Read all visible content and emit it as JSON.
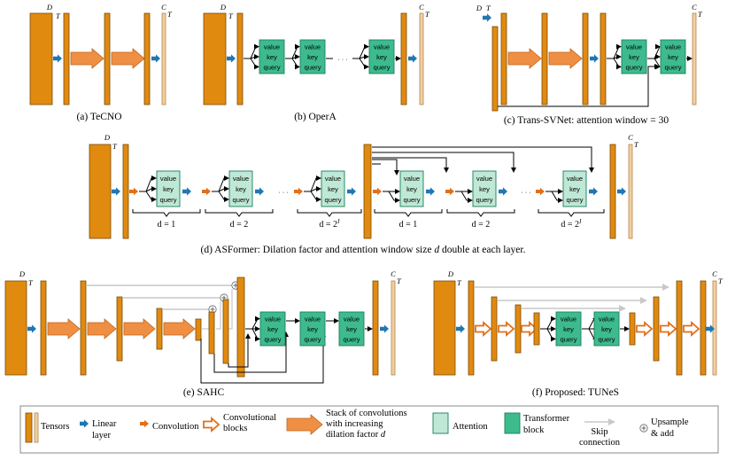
{
  "captions": {
    "a": "(a) TeCNO",
    "b": "(b) OperA",
    "c": "(c) Trans-SVNet: attention window = 30",
    "d_pre": "(d) ASFormer: Dilation factor and attention window size ",
    "d_var": "d",
    "d_post": " double at each layer.",
    "e": "(e) SAHC",
    "f": "(f) Proposed: TUNeS"
  },
  "tensor_labels": {
    "D": "D",
    "T": "T",
    "C": "C"
  },
  "attention_block": {
    "value": "value",
    "key": "key",
    "query": "query"
  },
  "ellipsis": "· · ·",
  "dilation_labels": {
    "d1": "d = 1",
    "d2": "d = 2",
    "dJ_base": "d = 2",
    "dJ_exp": "J"
  },
  "legend": {
    "tensors": "Tensors",
    "linear_1": "Linear",
    "linear_2": "layer",
    "convolution": "Convolution",
    "conv_blocks_1": "Convolutional",
    "conv_blocks_2": "blocks",
    "stack_1": "Stack of convolutions",
    "stack_2": "with increasing",
    "stack_3": "dilation factor",
    "stack_var": "d",
    "attention": "Attention",
    "transformer_1": "Transformer",
    "transformer_2": "block",
    "skip_1": "Skip",
    "skip_2": "connection",
    "upsample_1": "Upsample",
    "upsample_2": "& add"
  },
  "colors": {
    "tensor_fill": "#e08a0f",
    "tensor_stroke": "#7a4a08",
    "tensor_out": "#f3cfa0",
    "linear_arrow": "#1f77b4",
    "conv_arrow": "#e0701c",
    "stack_arrow": "#ef8f44",
    "attention_fill": "#bfe8d6",
    "transformer_fill": "#3dbb8e",
    "skip": "#c9c9c9"
  }
}
